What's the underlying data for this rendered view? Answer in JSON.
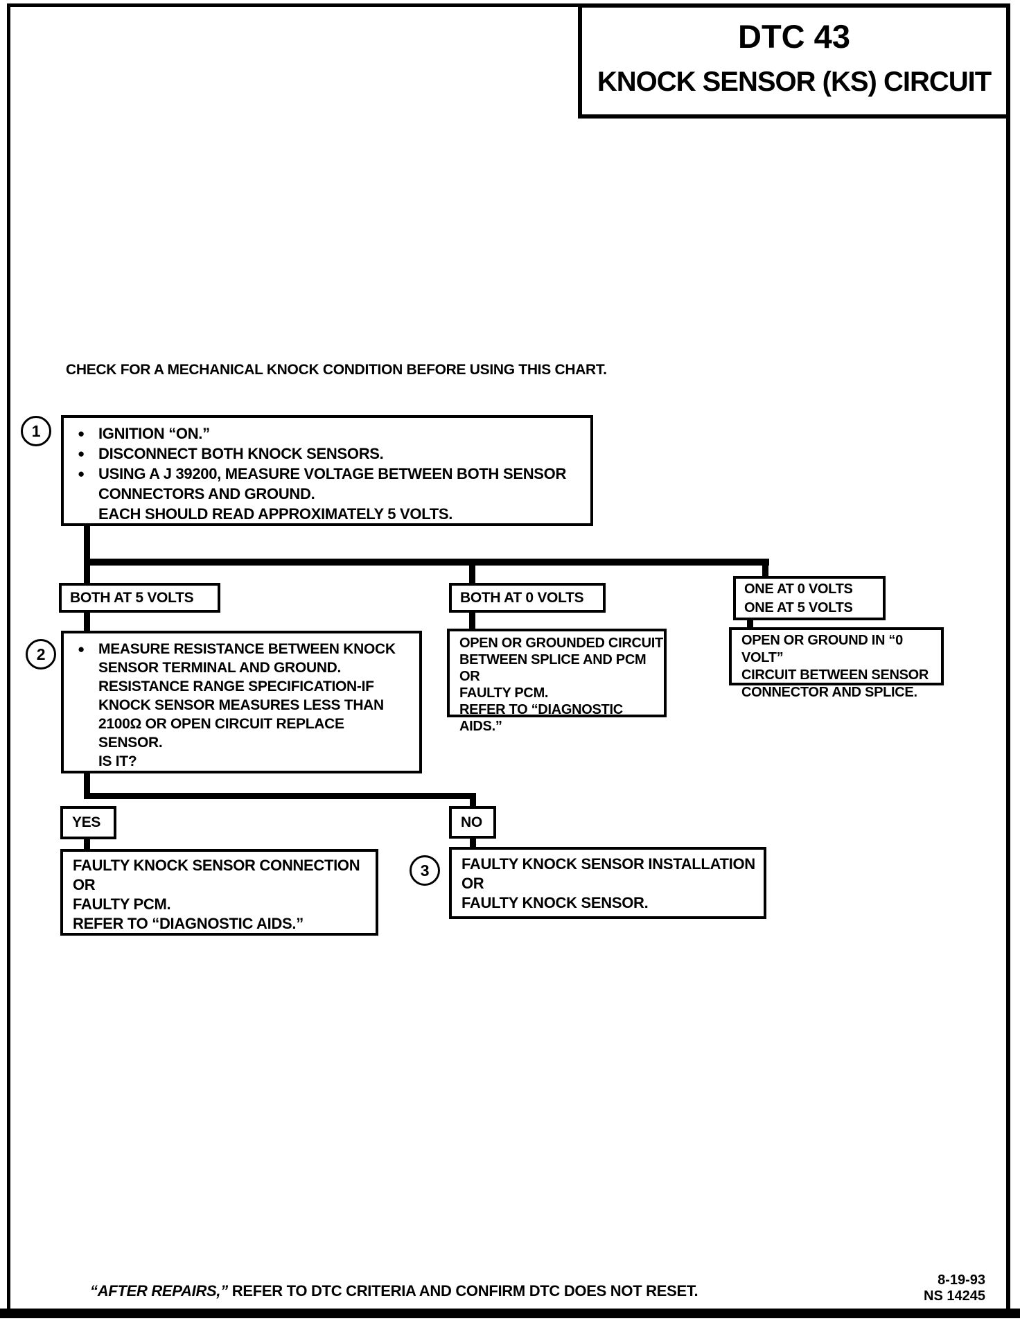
{
  "page": {
    "title_code": "DTC 43",
    "title_name": "KNOCK SENSOR (KS) CIRCUIT",
    "instruction": "CHECK FOR A MECHANICAL KNOCK CONDITION BEFORE USING THIS CHART.",
    "footer_italic": "“AFTER REPAIRS,”",
    "footer_rest": " REFER TO DTC CRITERIA AND CONFIRM DTC DOES NOT RESET.",
    "doc_date": "8-19-93",
    "doc_number": "NS 14245"
  },
  "step1": {
    "number": "1",
    "bullet": "●",
    "lines": [
      "IGNITION “ON.”",
      "DISCONNECT BOTH KNOCK SENSORS.",
      "USING A J 39200, MEASURE VOLTAGE BETWEEN BOTH SENSOR",
      "CONNECTORS AND GROUND.",
      "EACH SHOULD READ APPROXIMATELY 5 VOLTS."
    ]
  },
  "branches": {
    "left_label": "BOTH AT 5 VOLTS",
    "middle_label": "BOTH AT 0 VOLTS",
    "right_label_line1": "ONE AT 0 VOLTS",
    "right_label_line2": "ONE AT 5 VOLTS"
  },
  "step2": {
    "number": "2",
    "bullet": "●",
    "lines": [
      "MEASURE RESISTANCE BETWEEN KNOCK",
      "SENSOR TERMINAL AND GROUND.",
      "RESISTANCE RANGE SPECIFICATION-IF",
      "KNOCK SENSOR MEASURES LESS THAN",
      "2100Ω OR OPEN CIRCUIT REPLACE",
      "SENSOR.",
      "IS IT?"
    ]
  },
  "result_middle": {
    "lines": [
      "OPEN OR GROUNDED CIRCUIT",
      "BETWEEN SPLICE AND PCM",
      "OR",
      "FAULTY PCM.",
      "REFER TO “DIAGNOSTIC AIDS.”"
    ]
  },
  "result_right": {
    "lines": [
      "OPEN OR GROUND IN “0 VOLT”",
      "CIRCUIT BETWEEN SENSOR",
      "CONNECTOR AND SPLICE."
    ]
  },
  "decision": {
    "yes": "YES",
    "no": "NO"
  },
  "result_yes": {
    "lines": [
      "FAULTY KNOCK SENSOR CONNECTION",
      "OR",
      "FAULTY PCM.",
      "REFER TO “DIAGNOSTIC AIDS.”"
    ]
  },
  "step3": {
    "number": "3",
    "lines": [
      "FAULTY KNOCK SENSOR INSTALLATION",
      "OR",
      "FAULTY KNOCK SENSOR."
    ]
  }
}
